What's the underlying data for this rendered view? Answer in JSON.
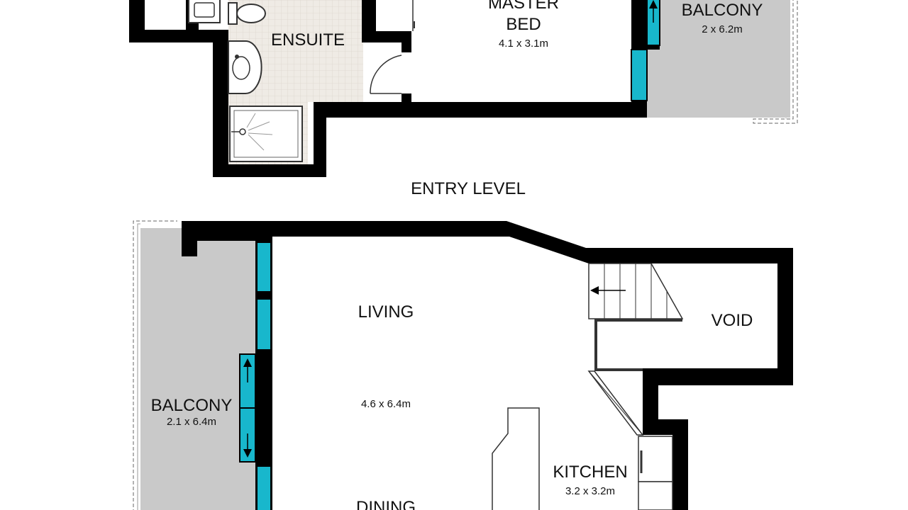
{
  "upper": {
    "master_bed_line1": "MASTER",
    "master_bed_line2": "BED",
    "master_bed_dims": "4.1 x 3.1m",
    "ensuite": "ENSUITE",
    "balcony": "BALCONY",
    "balcony_dims": "2 x 6.2m"
  },
  "level_title": "ENTRY LEVEL",
  "lower": {
    "living": "LIVING",
    "living_dims": "4.6 x 6.4m",
    "dining": "DINING",
    "void": "VOID",
    "kitchen": "KITCHEN",
    "kitchen_dims": "3.2 x 3.2m",
    "balcony": "BALCONY",
    "balcony_dims": "2.1 x 6.4m"
  },
  "colors": {
    "wall": "#000000",
    "balcony_floor": "#c9c9c9",
    "ensuite_floor": "#eeeae4",
    "glass": "#18b7cc"
  }
}
